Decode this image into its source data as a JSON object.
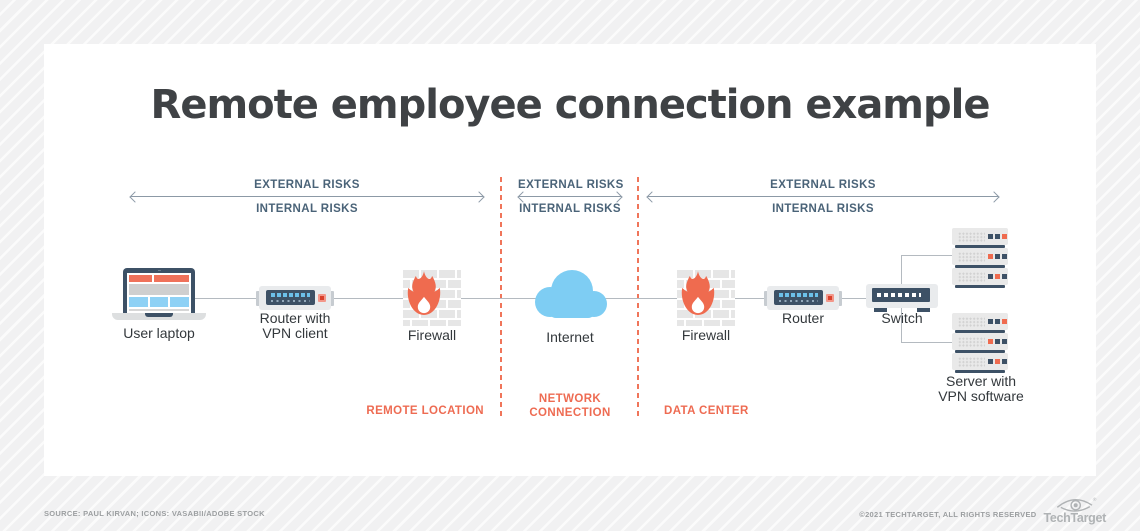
{
  "title": "Remote employee connection example",
  "risk_bands": [
    {
      "external": "EXTERNAL RISKS",
      "internal": "INTERNAL RISKS"
    },
    {
      "external": "EXTERNAL RISKS",
      "internal": "INTERNAL RISKS"
    },
    {
      "external": "EXTERNAL RISKS",
      "internal": "INTERNAL RISKS"
    }
  ],
  "nodes": {
    "user_laptop": {
      "label": "User laptop"
    },
    "router_vpn": {
      "label": "Router with VPN client"
    },
    "firewall_remote": {
      "label": "Firewall"
    },
    "internet": {
      "label": "Internet"
    },
    "firewall_datacenter": {
      "label": "Firewall"
    },
    "router": {
      "label": "Router"
    },
    "switch": {
      "label": "Switch"
    },
    "server_vpn": {
      "label": "Server with VPN software"
    }
  },
  "zones": {
    "remote_location": "REMOTE LOCATION",
    "network_connection": "NETWORK CONNECTION",
    "data_center": "DATA CENTER"
  },
  "footer": {
    "source": "SOURCE: PAUL KIRVAN; ICONS: VASABII/ADOBE STOCK",
    "copyright": "©2021 TECHTARGET, ALL RIGHTS RESERVED",
    "brand": "TechTarget"
  },
  "colors": {
    "accent_orange": "#ef6b4f",
    "slate_blue": "#3d5166",
    "risk_label_blue": "#4a6378",
    "cloud_blue": "#7ecdf3",
    "connector_gray": "#b4bac0"
  }
}
